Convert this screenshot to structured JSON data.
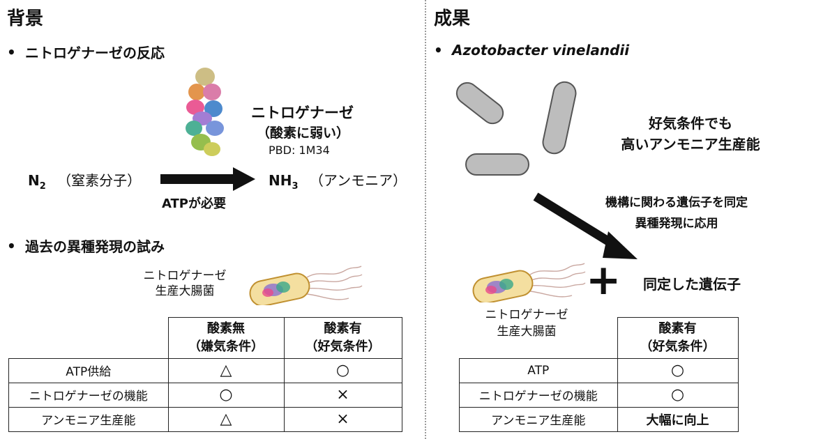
{
  "left": {
    "heading": "背景",
    "section1": {
      "bullet": "•",
      "title": "ニトロゲナーゼの反応",
      "enzyme_name": "ニトロゲナーゼ",
      "enzyme_note": "（酸素に弱い）",
      "pdb": "PBD: 1M34",
      "reactant_formula": "N",
      "reactant_sub": "2",
      "reactant_label": "（窒素分子）",
      "product_formula": "NH",
      "product_sub": "3",
      "product_label": "（アンモニア）",
      "arrow_label": "ATPが必要"
    },
    "section2": {
      "bullet": "•",
      "title": "過去の異種発現の試み",
      "bacterium_label_1": "ニトロゲナーゼ",
      "bacterium_label_2": "生産大腸菌",
      "table": {
        "col1_line1": "酸素無",
        "col1_line2": "（嫌気条件）",
        "col2_line1": "酸素有",
        "col2_line2": "（好気条件）",
        "rows": [
          {
            "label": "ATP供給",
            "c1": "△",
            "c2": "○"
          },
          {
            "label": "ニトロゲナーゼの機能",
            "c1": "○",
            "c2": "×"
          },
          {
            "label": "アンモニア生産能",
            "c1": "△",
            "c2": "×"
          }
        ]
      }
    }
  },
  "right": {
    "heading": "成果",
    "bullet": "•",
    "organism": "Azotobacter vinelandii",
    "claim_line1": "好気条件でも",
    "claim_line2": "高いアンモニア生産能",
    "arrow_text_1": "機構に関わる遺伝子を同定",
    "arrow_text_2": "異種発現に応用",
    "plus": "+",
    "plus_label": "同定した遺伝子",
    "bacterium_label_1": "ニトロゲナーゼ",
    "bacterium_label_2": "生産大腸菌",
    "table": {
      "col_line1": "酸素有",
      "col_line2": "（好気条件）",
      "rows": [
        {
          "label": "ATP",
          "value": "○"
        },
        {
          "label": "ニトロゲナーゼの機能",
          "value": "○"
        },
        {
          "label": "アンモニア生産能",
          "value": "大幅に向上"
        }
      ]
    }
  }
}
